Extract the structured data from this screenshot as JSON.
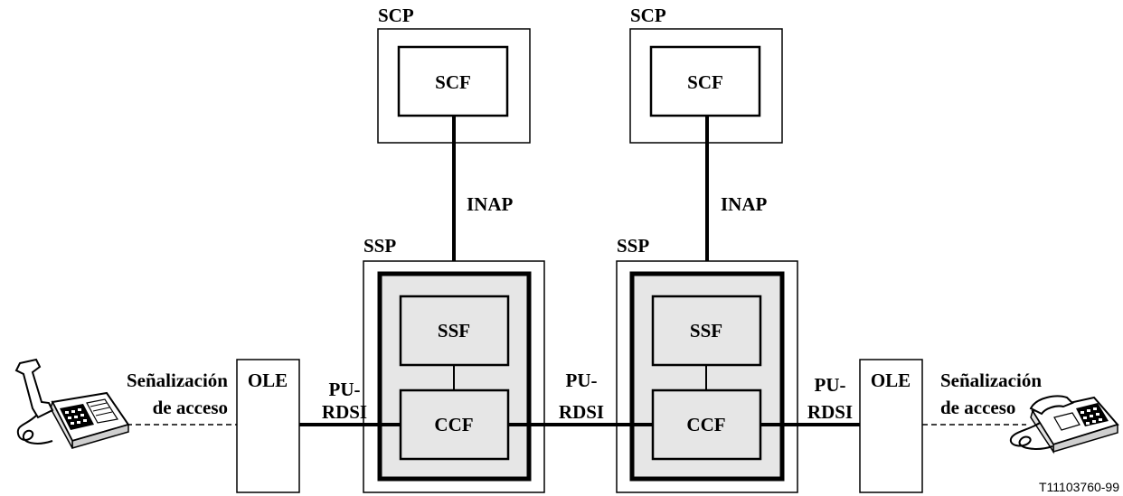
{
  "labels": {
    "scp": "SCP",
    "scf": "SCF",
    "inap": "INAP",
    "ssp": "SSP",
    "ssf": "SSF",
    "ccf": "CCF",
    "ole": "OLE",
    "pu": "PU-",
    "rdsi": "RDSI",
    "access_line1": "Señalización",
    "access_line2": "de acceso"
  },
  "figure_ref": "T11103760-99",
  "icons": [
    "telephone-left-icon",
    "telephone-right-icon"
  ]
}
